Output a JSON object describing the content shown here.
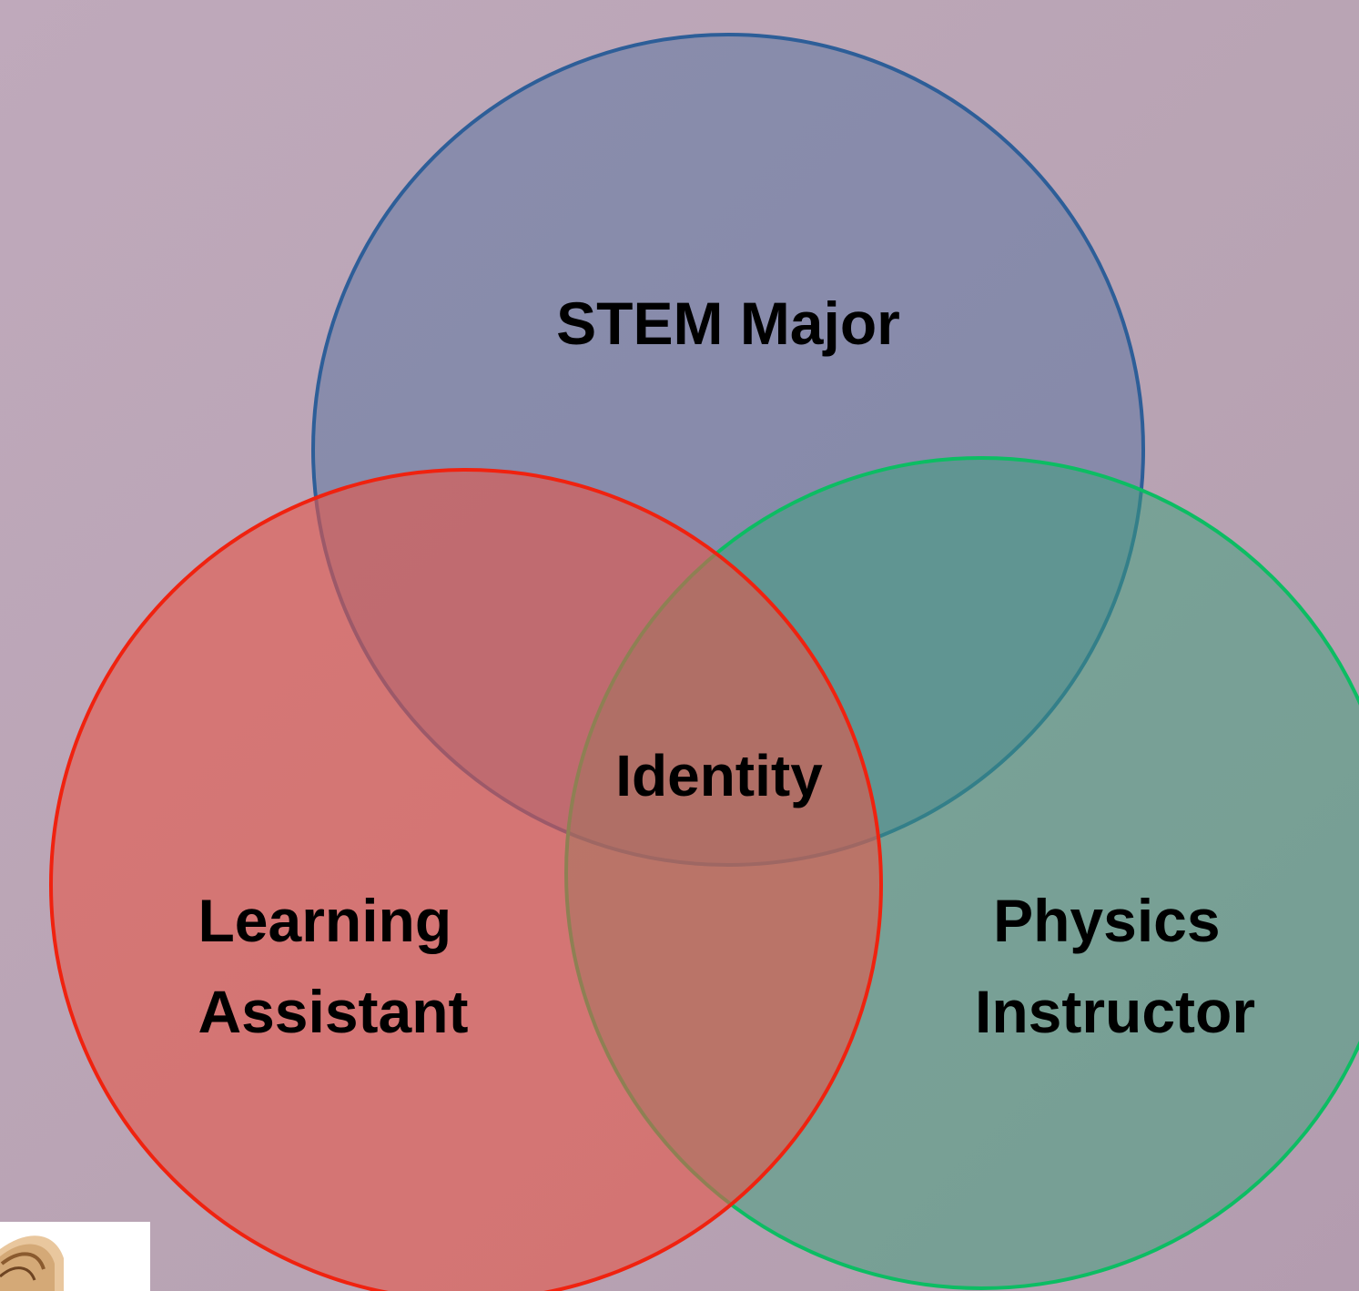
{
  "diagram": {
    "circles": [
      {
        "id": "stem",
        "label_lines": [
          "STEM Major"
        ],
        "fill": "#5f77a2",
        "stroke": "#2d5e98",
        "fill_opacity": 0.55
      },
      {
        "id": "la",
        "label_lines": [
          "Learning",
          "Assistant"
        ],
        "fill": "#e6564a",
        "stroke": "#f0220f",
        "fill_opacity": 0.6
      },
      {
        "id": "physics",
        "label_lines": [
          "Physics",
          "Instructor"
        ],
        "fill": "#3aa07a",
        "stroke": "#0cbd63",
        "fill_opacity": 0.5
      }
    ],
    "center_label": "Identity",
    "background_color": "#bba6b6"
  }
}
